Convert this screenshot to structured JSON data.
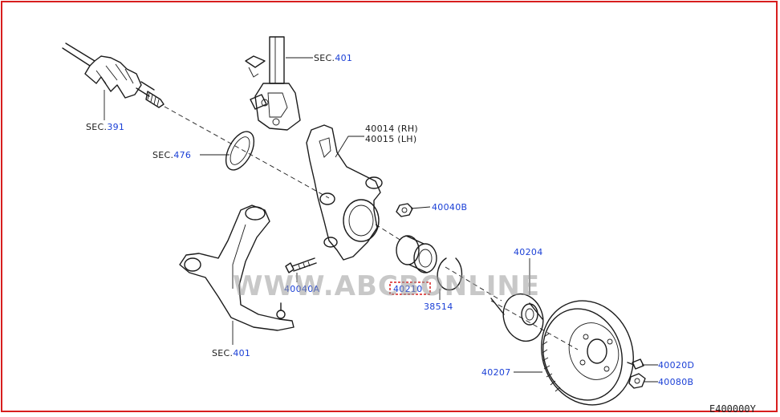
{
  "labels": {
    "sec_401_top": {
      "prefix": "SEC.",
      "num": "401"
    },
    "sec_391": {
      "prefix": "SEC.",
      "num": "391"
    },
    "sec_476": {
      "prefix": "SEC.",
      "num": "476"
    },
    "sec_401_bottom": {
      "prefix": "SEC.",
      "num": "401"
    },
    "p40014": "40014 (RH)",
    "p40015": "40015 (LH)",
    "p40040b": "40040B",
    "p40040a": "40040A",
    "p40210": "40210",
    "p38514": "38514",
    "p40204": "40204",
    "p40207": "40207",
    "p40020d": "40020D",
    "p40080b": "40080B"
  },
  "watermark": "WWW.ABCBONLINE",
  "figure_code": "E400000Y",
  "colors": {
    "frame": "#d81e1e",
    "part_number": "#1a3fd6",
    "line": "#1b1b1b",
    "highlight": "#d81e1e"
  }
}
